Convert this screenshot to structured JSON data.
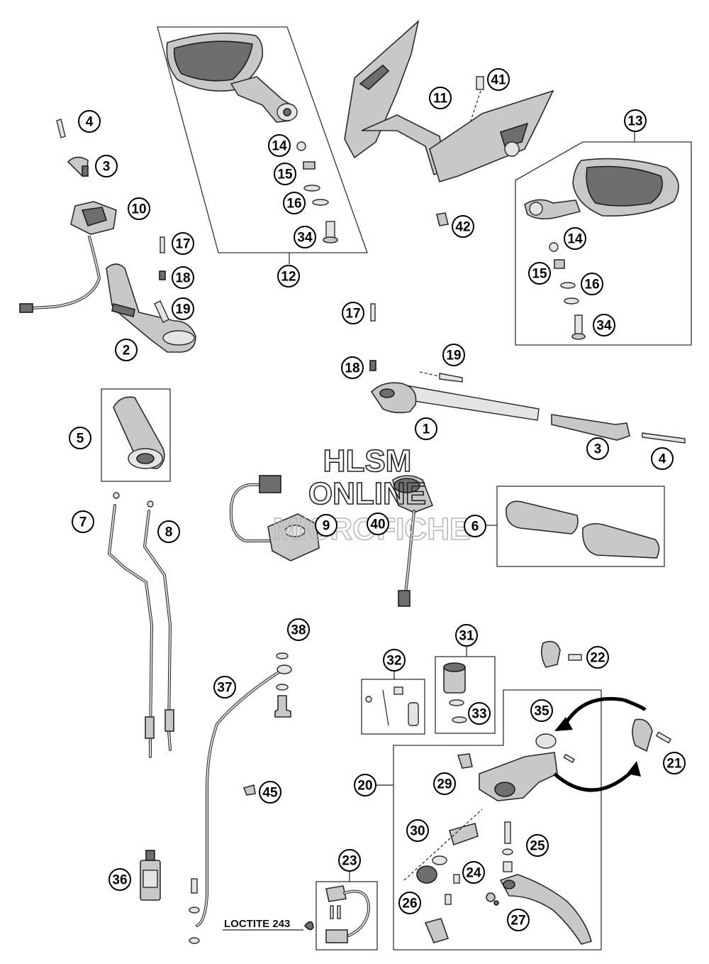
{
  "watermark": {
    "line1": "HLSM",
    "line2": "ONLINE",
    "line3": "MICROFICHE"
  },
  "notes": {
    "loctite": "LOCTITE 243"
  },
  "callouts": [
    {
      "label": "1"
    },
    {
      "label": "2"
    },
    {
      "label": "3"
    },
    {
      "label": "3"
    },
    {
      "label": "4"
    },
    {
      "label": "4"
    },
    {
      "label": "5"
    },
    {
      "label": "6"
    },
    {
      "label": "7"
    },
    {
      "label": "8"
    },
    {
      "label": "9"
    },
    {
      "label": "10"
    },
    {
      "label": "11"
    },
    {
      "label": "12"
    },
    {
      "label": "13"
    },
    {
      "label": "14"
    },
    {
      "label": "14"
    },
    {
      "label": "15"
    },
    {
      "label": "15"
    },
    {
      "label": "16"
    },
    {
      "label": "16"
    },
    {
      "label": "17"
    },
    {
      "label": "17"
    },
    {
      "label": "18"
    },
    {
      "label": "18"
    },
    {
      "label": "19"
    },
    {
      "label": "19"
    },
    {
      "label": "20"
    },
    {
      "label": "21"
    },
    {
      "label": "22"
    },
    {
      "label": "23"
    },
    {
      "label": "24"
    },
    {
      "label": "25"
    },
    {
      "label": "26"
    },
    {
      "label": "27"
    },
    {
      "label": "29"
    },
    {
      "label": "30"
    },
    {
      "label": "31"
    },
    {
      "label": "32"
    },
    {
      "label": "33"
    },
    {
      "label": "34"
    },
    {
      "label": "34"
    },
    {
      "label": "35"
    },
    {
      "label": "36"
    },
    {
      "label": "37"
    },
    {
      "label": "38"
    },
    {
      "label": "40"
    },
    {
      "label": "41"
    },
    {
      "label": "42"
    },
    {
      "label": "45"
    }
  ],
  "colors": {
    "line": "#2a2a2a",
    "part_fill": "#c8c8c8",
    "background": "#ffffff"
  }
}
